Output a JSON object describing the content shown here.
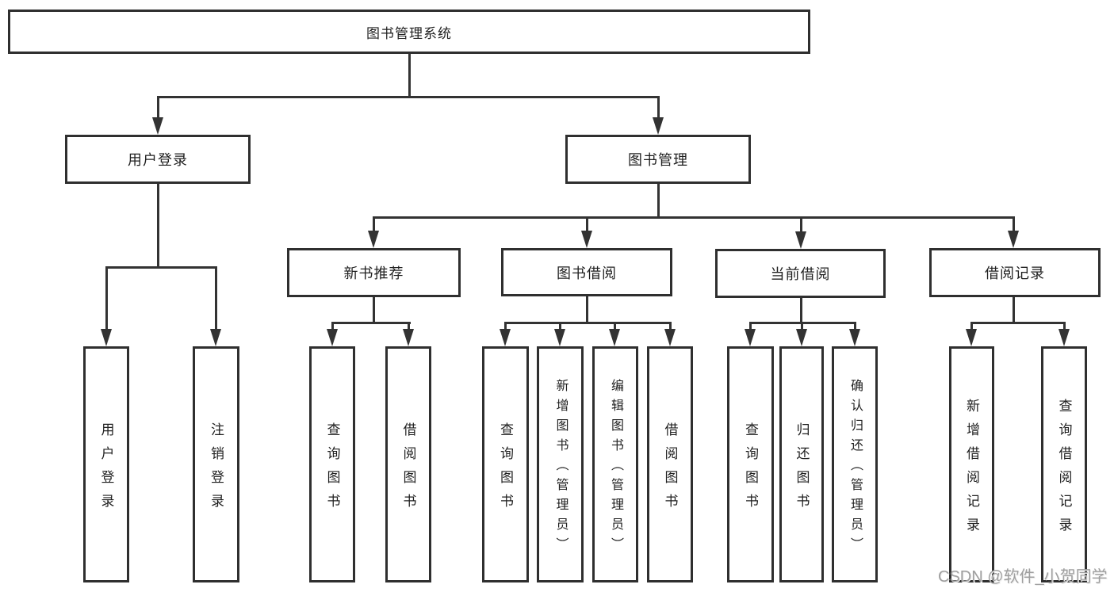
{
  "diagram_title": "图书管理系统",
  "root": {
    "label": "图书管理系统"
  },
  "level2": [
    {
      "label": "用户登录"
    },
    {
      "label": "图书管理"
    }
  ],
  "level3": [
    {
      "label": "新书推荐"
    },
    {
      "label": "图书借阅"
    },
    {
      "label": "当前借阅"
    },
    {
      "label": "借阅记录"
    }
  ],
  "leaves": [
    {
      "label": "用户登录"
    },
    {
      "label": "注销登录"
    },
    {
      "label": "查询图书"
    },
    {
      "label": "借阅图书"
    },
    {
      "label": "查询图书"
    },
    {
      "label": "新增图书（管理员）"
    },
    {
      "label": "编辑图书（管理员）"
    },
    {
      "label": "借阅图书"
    },
    {
      "label": "查询图书"
    },
    {
      "label": "归还图书"
    },
    {
      "label": "确认归还（管理员）"
    },
    {
      "label": "新增借阅记录"
    },
    {
      "label": "查询借阅记录"
    }
  ],
  "watermark": "CSDN @软件_小贺同学",
  "colors": {
    "line": "#333333",
    "text": "#1f1f1f",
    "watermark": "#9f9f9f",
    "background": "#ffffff"
  }
}
